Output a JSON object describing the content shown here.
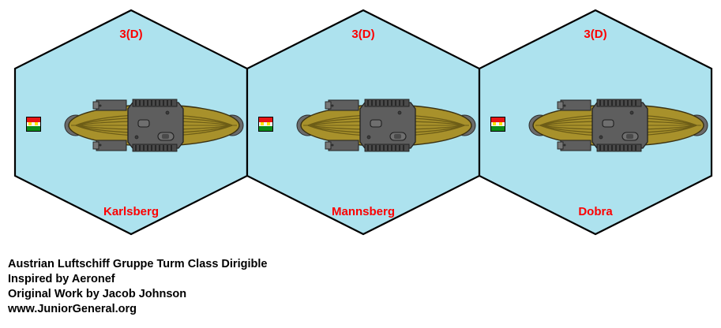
{
  "sheet": {
    "background_color": "#ffffff",
    "hex_fill_color": "#ade2ee",
    "hex_outline_color": "#000000",
    "label_color": "#fc0000",
    "hull_color": "#a8912b",
    "hull_shade_color": "#6d5d17",
    "structure_color": "#5e5e5e",
    "structure_dark_color": "#3d3d3d",
    "cap_color": "#6b6b6b"
  },
  "tiles": [
    {
      "strength_label": "3(D)",
      "name_label": "Karlsberg",
      "flag": {
        "name": "hungarian-flag",
        "stripes": [
          "#e81515",
          "#f6f6f6",
          "#0b8a17"
        ]
      },
      "unit": "airship-top-view"
    },
    {
      "strength_label": "3(D)",
      "name_label": "Mannsberg",
      "flag": {
        "name": "hungarian-flag",
        "stripes": [
          "#e81515",
          "#f6f6f6",
          "#0b8a17"
        ]
      },
      "unit": "airship-top-view"
    },
    {
      "strength_label": "3(D)",
      "name_label": "Dobra",
      "flag": {
        "name": "hungarian-flag",
        "stripes": [
          "#e81515",
          "#f6f6f6",
          "#0b8a17"
        ]
      },
      "unit": "airship-top-view"
    }
  ],
  "caption": {
    "line1": "Austrian Luftschiff Gruppe Turm Class Dirigible",
    "line2": "Inspired by Aeronef",
    "line3": "Original Work by Jacob Johnson",
    "line4": "www.JuniorGeneral.org"
  }
}
